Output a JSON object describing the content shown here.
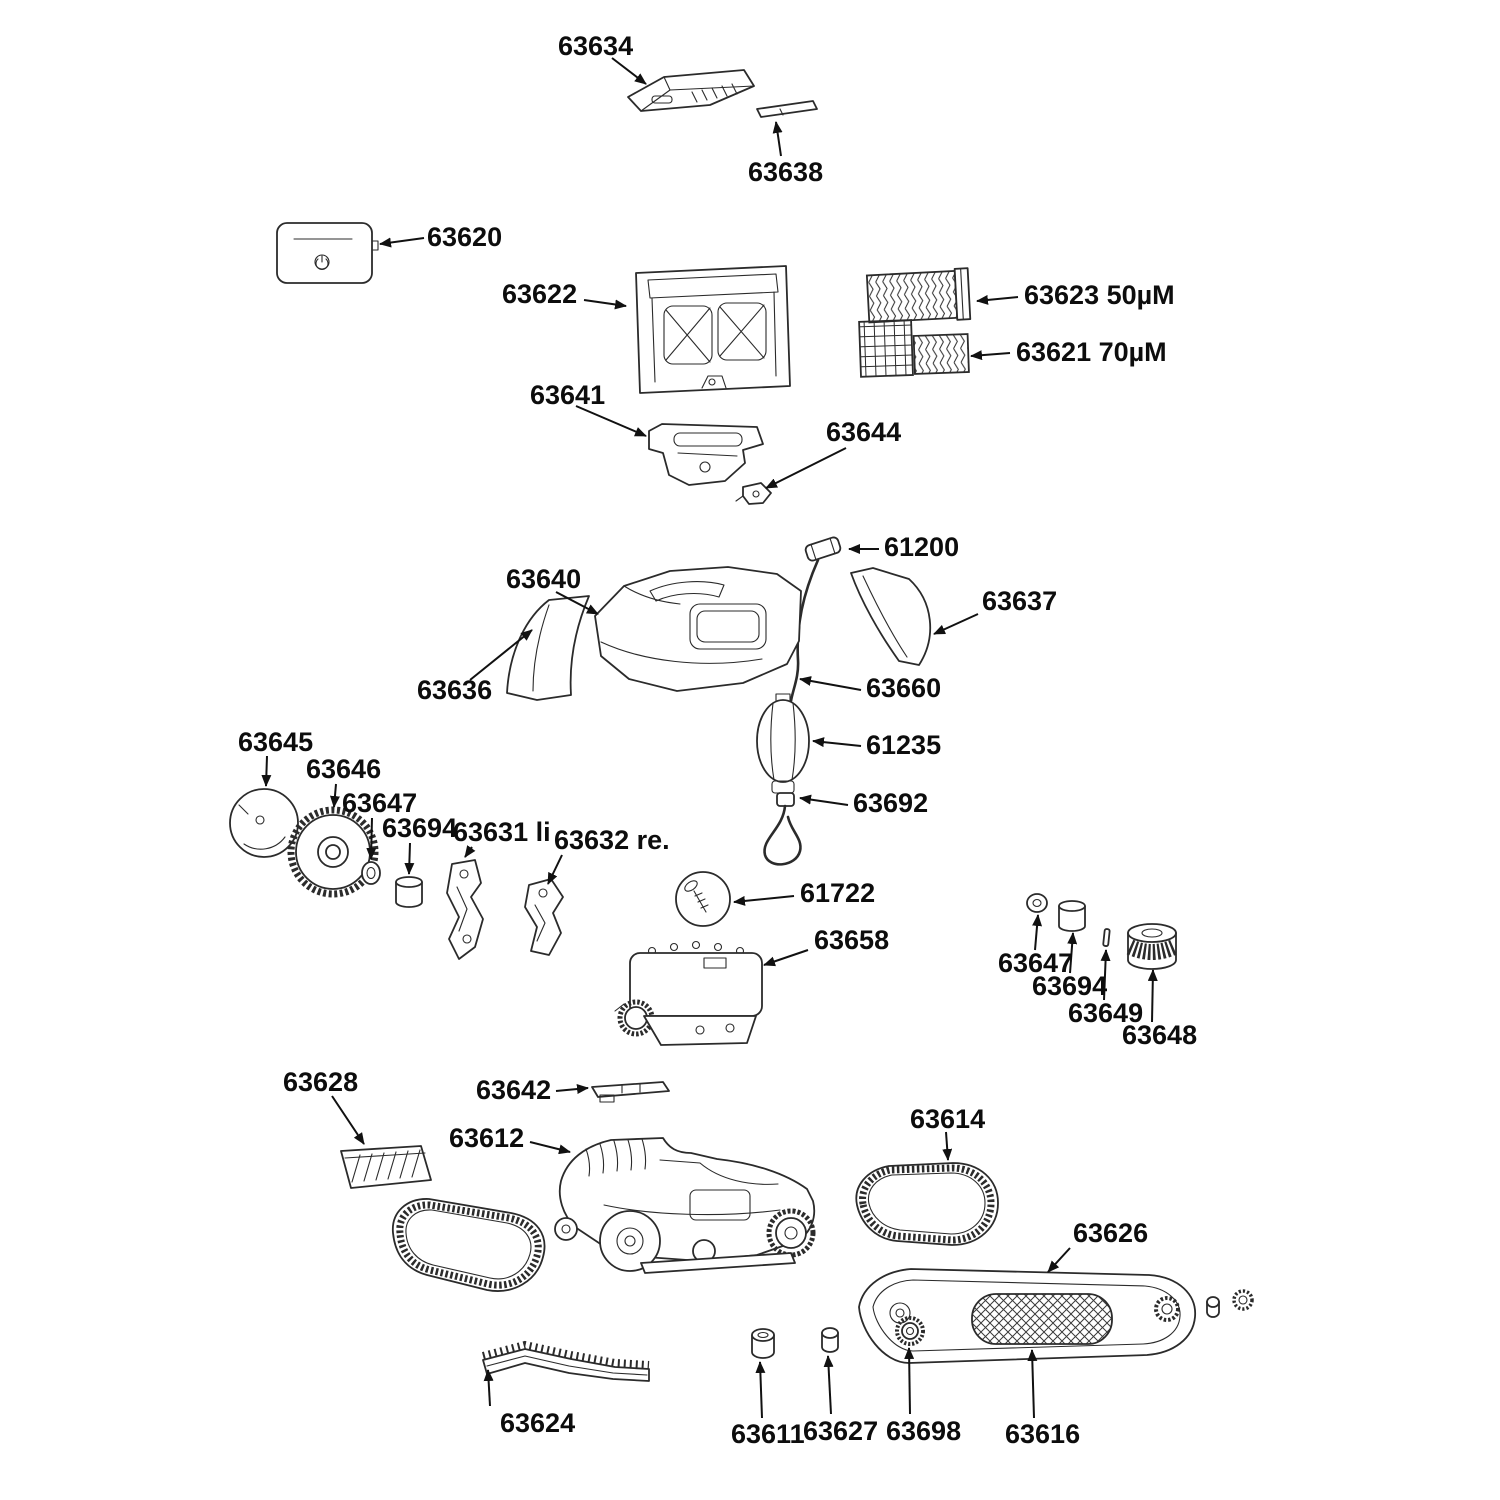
{
  "page": {
    "background": "#ffffff",
    "ink_color": "#2b2b2b",
    "label_color": "#0d0d0d"
  },
  "diagram": {
    "labels": [
      "63634",
      "63638",
      "63620",
      "63622",
      "63623 50µM",
      "63621 70µM",
      "63641",
      "63644",
      "61200",
      "63640",
      "63637",
      "63636",
      "63660",
      "61235",
      "63692",
      "63645",
      "63646",
      "63647",
      "63694",
      "63631 li",
      "63632 re.",
      "61722",
      "63658",
      "63647",
      "63694",
      "63649",
      "63648",
      "63628",
      "63642",
      "63612",
      "63614",
      "63626",
      "63624",
      "63611",
      "63627",
      "63698",
      "63616"
    ]
  }
}
